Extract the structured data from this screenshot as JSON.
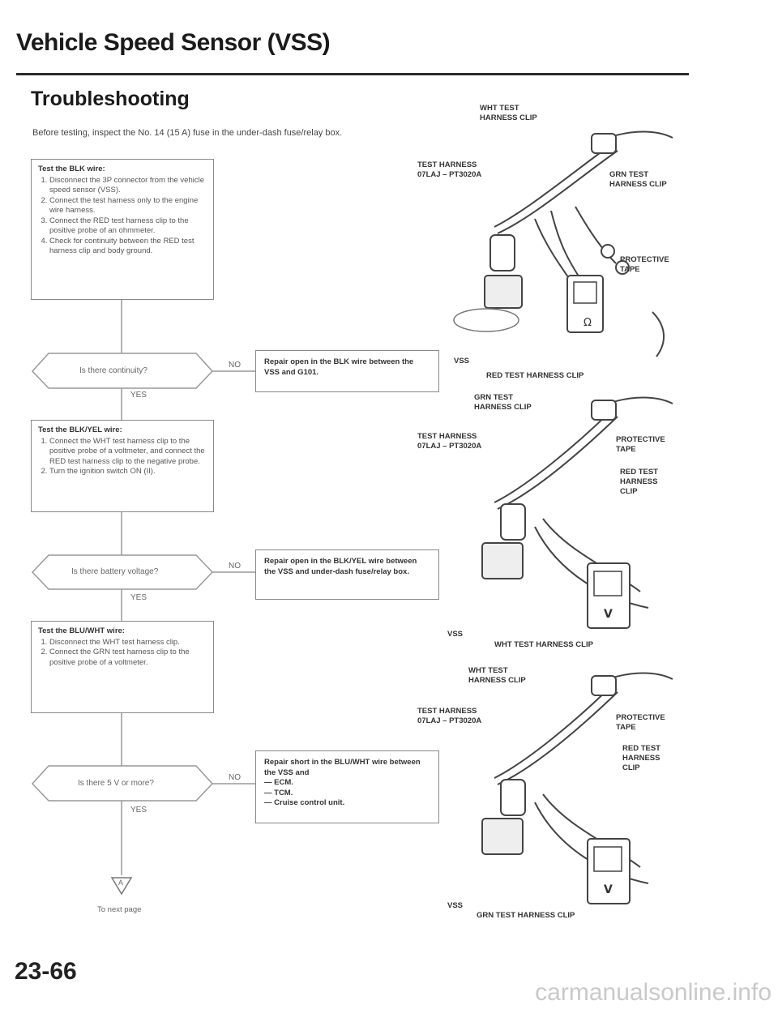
{
  "header": {
    "title": "Vehicle Speed Sensor (VSS)",
    "section": "Troubleshooting",
    "intro": "Before testing, inspect the No. 14 (15 A) fuse in the under-dash fuse/relay box."
  },
  "flow": {
    "step1": {
      "title": "Test the BLK wire:",
      "items": [
        "Disconnect the 3P connector from the vehicle speed sensor (VSS).",
        "Connect the test harness only to the engine wire harness.",
        "Connect the RED test harness clip to the positive probe of an ohmmeter.",
        "Check for continuity between the RED test harness clip and body ground."
      ]
    },
    "decision1": {
      "question": "Is there continuity?",
      "no": "NO",
      "yes": "YES"
    },
    "repair1": {
      "text": "Repair open in the BLK wire between the VSS and G101."
    },
    "step2": {
      "title": "Test the BLK/YEL wire:",
      "items": [
        "Connect the WHT test harness clip to the positive probe of a voltmeter, and connect the RED test harness clip to the negative probe.",
        "Turn the ignition switch ON (II)."
      ]
    },
    "decision2": {
      "question": "Is there battery voltage?",
      "no": "NO",
      "yes": "YES"
    },
    "repair2": {
      "text": "Repair open in the BLK/YEL wire between the VSS and under-dash fuse/relay box."
    },
    "step3": {
      "title": "Test the BLU/WHT wire:",
      "items": [
        "Disconnect the WHT test harness clip.",
        "Connect the GRN test harness clip to the positive probe of a voltmeter."
      ]
    },
    "decision3": {
      "question": "Is there 5 V or more?",
      "no": "NO",
      "yes": "YES"
    },
    "repair3": {
      "title": "Repair short in the BLU/WHT wire between the VSS and",
      "items": [
        "— ECM.",
        "— TCM.",
        "— Cruise control unit."
      ]
    },
    "connector": "A",
    "next": "To next page"
  },
  "figures": {
    "fig1": {
      "wht_clip": "WHT TEST HARNESS CLIP",
      "harness": "TEST HARNESS 07LAJ – PT3020A",
      "grn_clip": "GRN TEST HARNESS CLIP",
      "tape": "PROTECTIVE TAPE",
      "vss": "VSS",
      "red_clip": "RED TEST HARNESS CLIP"
    },
    "fig2": {
      "grn_clip": "GRN TEST HARNESS CLIP",
      "harness": "TEST HARNESS 07LAJ – PT3020A",
      "tape": "PROTECTIVE TAPE",
      "red_clip": "RED TEST HARNESS CLIP",
      "vss": "VSS",
      "wht_clip": "WHT TEST HARNESS CLIP"
    },
    "fig3": {
      "wht_clip": "WHT TEST HARNESS CLIP",
      "harness": "TEST HARNESS 07LAJ – PT3020A",
      "tape": "PROTECTIVE TAPE",
      "red_clip": "RED TEST HARNESS CLIP",
      "vss": "VSS",
      "grn_clip": "GRN TEST HARNESS CLIP"
    }
  },
  "footer": {
    "page_number": "23-66",
    "watermark": "carmanualsonline.info"
  }
}
